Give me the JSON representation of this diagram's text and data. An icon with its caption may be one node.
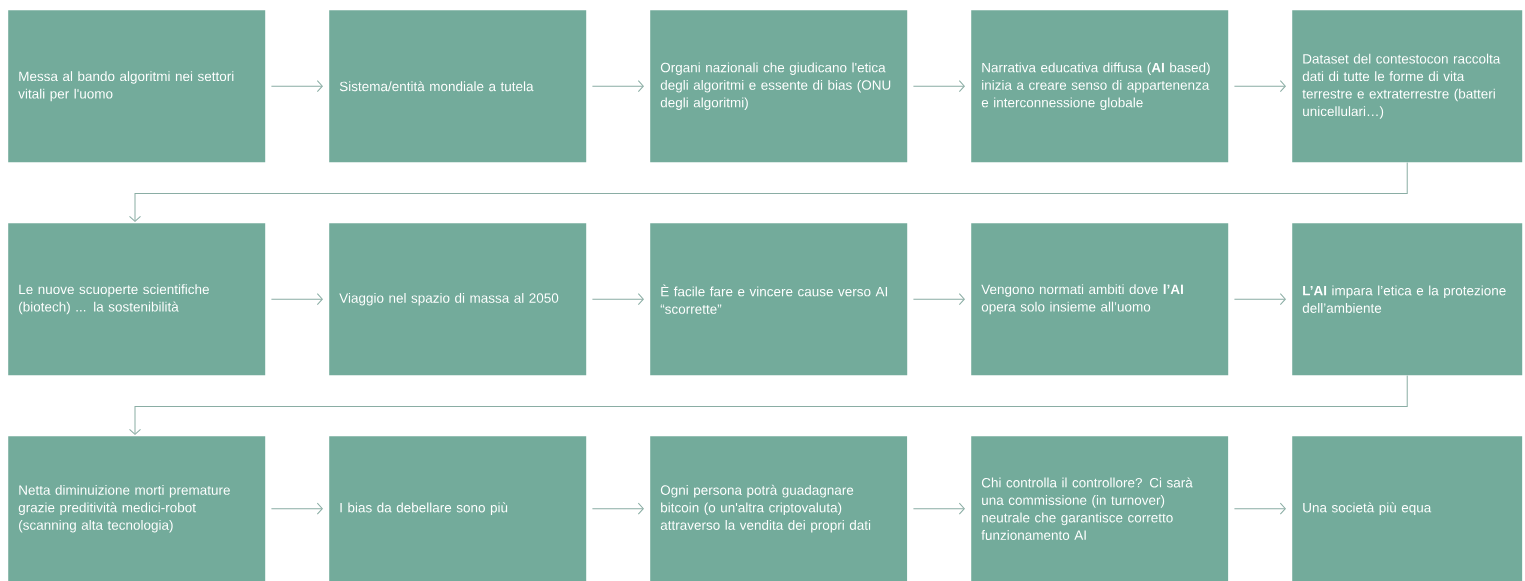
{
  "diagram": {
    "nodes": [
      {
        "text": [
          "Messa al bando algoritmi nei settori vitali per l'uomo"
        ]
      },
      {
        "text": [
          "Sistema/entità mondiale a tutela"
        ]
      },
      {
        "text": [
          "Organi nazionali che giudicano l'etica degli algoritmi e essente di bias (ONU degli algoritmi)"
        ]
      },
      {
        "text": [
          "Narrativa educativa diffusa (**AI** based) inizia a creare senso di appartenenza e interconnessione globale"
        ]
      },
      {
        "text": [
          "Dataset del contestocon raccolta dati di tutte le forme di vita terrestre e extraterrestre (batteri unicellulari…)"
        ]
      },
      {
        "text": [
          "Le nuove scuoperte scientifiche (biotech) ... la sostenibilità"
        ]
      },
      {
        "text": [
          "Viaggio nel spazio di massa al 2050"
        ]
      },
      {
        "text": [
          "È facile fare e vincere cause verso AI “scorrette”"
        ]
      },
      {
        "text": [
          "Vengono normati ambiti dove **l’AI** opera solo insieme all’uomo"
        ]
      },
      {
        "text": [
          "**L’AI** impara l’etica e la protezione dell’ambiente"
        ]
      },
      {
        "text": [
          "Netta diminuizione morti premature grazie preditività medici-robot (scanning alta tecnologia)"
        ]
      },
      {
        "text": [
          "I bias da debellare sono più"
        ]
      },
      {
        "text": [
          "Ogni persona potrà guadagnare bitcoin (o un'altra criptovaluta) attraverso la vendita dei propri dati"
        ]
      },
      {
        "text": [
          "Chi controlla il controllore? Ci sarà una commissione (in turnover) neutrale che garantisce corretto funzionamento AI"
        ]
      },
      {
        "text": [
          "Una società più equa"
        ]
      }
    ],
    "edges": [
      {
        "from": 0,
        "to": 1,
        "arrow": "to"
      },
      {
        "from": 1,
        "to": 2,
        "arrow": "to"
      },
      {
        "from": 2,
        "to": 3,
        "arrow": "to"
      },
      {
        "from": 3,
        "to": 4,
        "arrow": "to"
      },
      {
        "from": 4,
        "to": 5,
        "arrow": "to"
      },
      {
        "from": 5,
        "to": 6,
        "arrow": "to"
      },
      {
        "from": 6,
        "to": 7,
        "arrow": "to"
      },
      {
        "from": 7,
        "to": 8,
        "arrow": "to"
      },
      {
        "from": 8,
        "to": 9,
        "arrow": "to"
      },
      {
        "from": 9,
        "to": 10,
        "arrow": "to"
      },
      {
        "from": 10,
        "to": 11,
        "arrow": "to"
      },
      {
        "from": 11,
        "to": 12,
        "arrow": "to"
      },
      {
        "from": 12,
        "to": 13,
        "arrow": "to"
      },
      {
        "from": 13,
        "to": 14,
        "arrow": "to"
      }
    ]
  }
}
